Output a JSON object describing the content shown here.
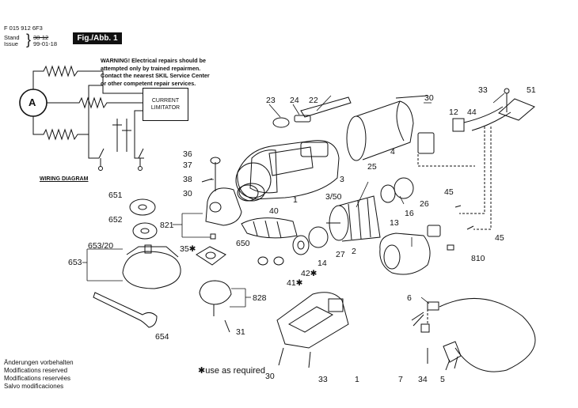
{
  "header": {
    "doc_code": "F 015 912 6F3",
    "stand_label": "Stand",
    "stand_value": "38-12",
    "issue_label": "Issue",
    "issue_value": "99-01-18",
    "fig_label": "Fig./Abb. 1"
  },
  "warning": {
    "line1": "WARNING! Electrical repairs should be",
    "line2": "attempted only by trained repairmen.",
    "line3": "Contact the nearest SKIL Service Center",
    "line4": "or other competent repair services."
  },
  "wiring": {
    "motor_symbol": "A",
    "limiter_line1": "CURRENT",
    "limiter_line2": "LIMITATOR",
    "caption": "WIRING DIAGRAM"
  },
  "modifications": [
    "Änderungen vorbehalten",
    "Modifications reserved",
    "Modifications reservées",
    "Salvo modificaciones"
  ],
  "note": "✱use as required",
  "part_labels": {
    "p23": "23",
    "p24": "24",
    "p22": "22",
    "p30a": "30",
    "p12": "12",
    "p44": "44",
    "p33a": "33",
    "p51": "51",
    "p36": "36",
    "p37": "37",
    "p38": "38",
    "p30b": "30",
    "p40": "40",
    "p1a": "1",
    "p25": "25",
    "p4": "4",
    "p3": "3",
    "p350": "3/50",
    "p13": "13",
    "p26": "26",
    "p45a": "45",
    "p16": "16",
    "p45b": "45",
    "p651": "651",
    "p652": "652",
    "p821": "821",
    "p65320": "653/20",
    "p653": "653",
    "p35": "35✱",
    "p650": "650",
    "p14": "14",
    "p27": "27",
    "p2": "2",
    "p810": "810",
    "p42": "42✱",
    "p41": "41✱",
    "p828": "828",
    "p6": "6",
    "p654": "654",
    "p31": "31",
    "p30c": "30",
    "p33b": "33",
    "p1b": "1",
    "p7": "7",
    "p34": "34",
    "p5": "5"
  }
}
